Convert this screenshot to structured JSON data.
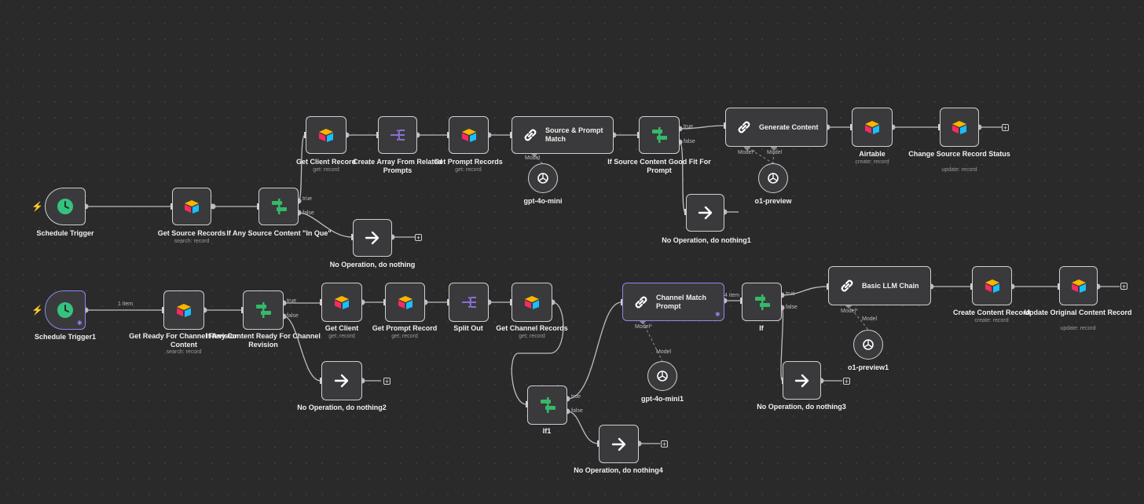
{
  "nodes": {
    "schedule_trigger": {
      "label": "Schedule Trigger"
    },
    "get_source_records": {
      "label": "Get Source Records",
      "sub": "search: record"
    },
    "if_any_source": {
      "label": "If Any Source Content \"In Que\""
    },
    "noop": {
      "label": "No Operation, do nothing"
    },
    "get_client_record": {
      "label": "Get Client Record",
      "sub": "get: record"
    },
    "create_array": {
      "label": "Create Array From Related Prompts"
    },
    "get_prompt_records": {
      "label": "Get Prompt Records",
      "sub": "get: record"
    },
    "source_prompt_match": {
      "label": "Source & Prompt Match"
    },
    "gpt4o_mini": {
      "label": "gpt-4o-mini"
    },
    "if_source_good": {
      "label": "If Source Content Good Fit For Prompt"
    },
    "noop1": {
      "label": "No Operation, do nothing1"
    },
    "generate_content": {
      "label": "Generate Content"
    },
    "o1_preview": {
      "label": "o1-preview"
    },
    "airtable": {
      "label": "Airtable",
      "sub": "create: record"
    },
    "change_status": {
      "label": "Change Source Record Status",
      "sub": "update: record"
    },
    "schedule_trigger1": {
      "label": "Schedule Trigger1"
    },
    "get_ready": {
      "label": "Get Ready For Channel Revision Content",
      "sub": "search: record"
    },
    "if_any_content": {
      "label": "If Any Content Ready For Channel Revision"
    },
    "get_client": {
      "label": "Get Client",
      "sub": "get: record"
    },
    "get_prompt_record": {
      "label": "Get Prompt Record",
      "sub": "get: record"
    },
    "split_out": {
      "label": "Split Out"
    },
    "get_channel_records": {
      "label": "Get Channel Records",
      "sub": "get: record"
    },
    "noop2": {
      "label": "No Operation, do nothing2"
    },
    "if1": {
      "label": "If1"
    },
    "noop4": {
      "label": "No Operation, do nothing4"
    },
    "channel_match": {
      "label": "Channel Match Prompt"
    },
    "gpt4o_mini1": {
      "label": "gpt-4o-mini1"
    },
    "if_node": {
      "label": "If"
    },
    "noop3": {
      "label": "No Operation, do nothing3"
    },
    "basic_llm": {
      "label": "Basic LLM Chain"
    },
    "o1_preview1": {
      "label": "o1-preview1"
    },
    "create_content": {
      "label": "Create Content Record",
      "sub": "create: record"
    },
    "update_original": {
      "label": "Update Original Content Record",
      "sub": "update: record"
    }
  },
  "edge_labels": {
    "t": "true",
    "f": "false",
    "model": "Model",
    "model_req": "Model*",
    "items1": "1 item",
    "items4": "4 item"
  },
  "colors": {
    "background": "#2a2a2b",
    "node_fill": "#3a3a3c",
    "node_border": "#cfcfd2",
    "selected_border": "#8f87f1",
    "trigger_green": "#33c37f",
    "if_green": "#35b86a",
    "split_purple": "#8b6fd6",
    "trigger_bolt": "#ff6d5a"
  },
  "icons": {
    "trigger": "clock-icon",
    "airtable": "airtable-icon",
    "if": "branch-icon",
    "split": "split-icon",
    "noop": "arrow-right-icon",
    "chain": "link-icon",
    "model": "openai-icon"
  }
}
